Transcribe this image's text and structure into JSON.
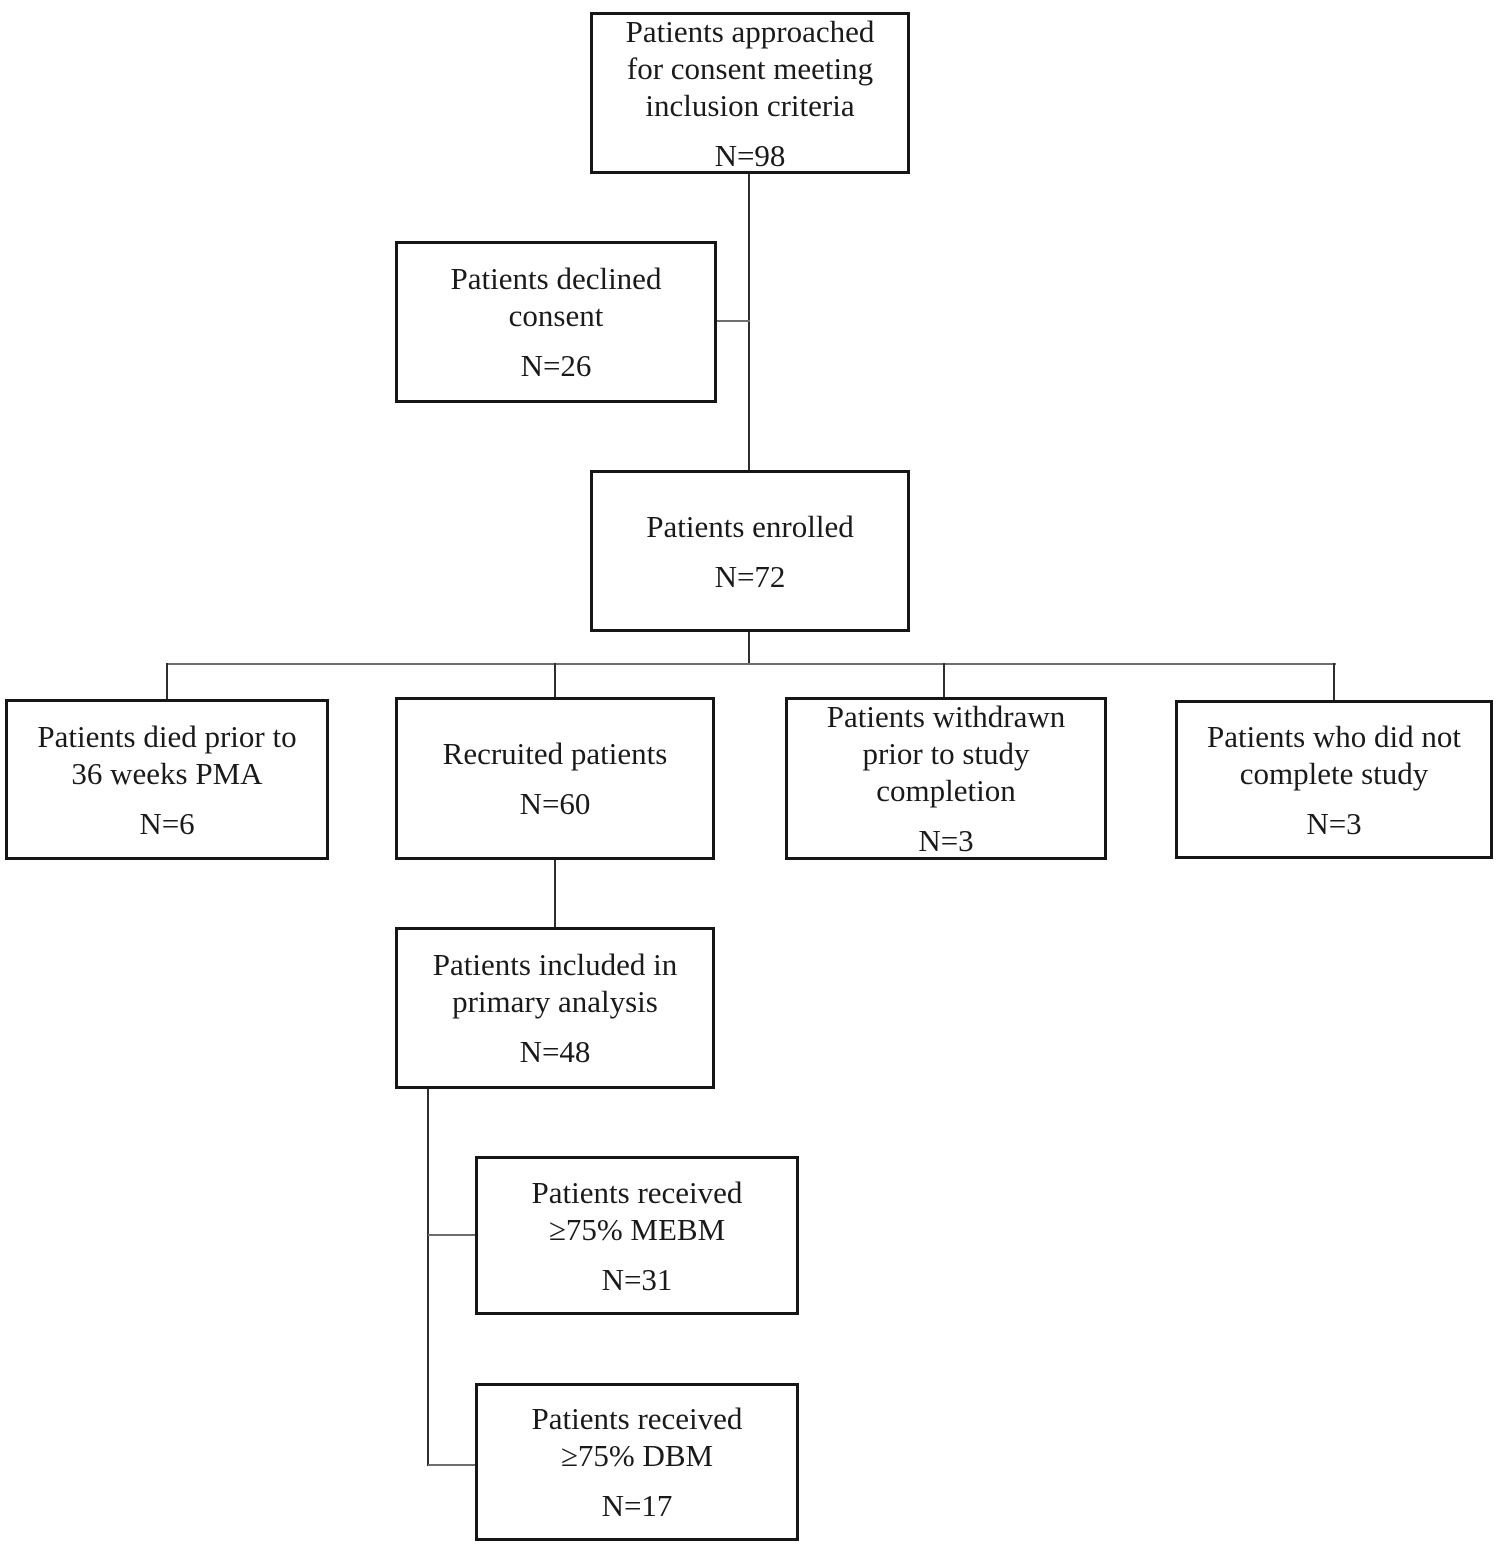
{
  "colors": {
    "background": "#ffffff",
    "text": "#1a1a1a",
    "box_border": "#161616",
    "connector_dark": "#2e2e2e",
    "connector_gray": "#6e6e6e"
  },
  "diagram_type": "patient-flow-chart",
  "nodes": {
    "approached": {
      "label": "Patients approached\nfor consent meeting\ninclusion criteria",
      "count": "N=98"
    },
    "declined": {
      "label": "Patients declined\nconsent",
      "count": "N=26"
    },
    "enrolled": {
      "label": "Patients enrolled",
      "count": "N=72"
    },
    "died": {
      "label": "Patients died prior to\n36 weeks PMA",
      "count": "N=6"
    },
    "recruited": {
      "label": "Recruited patients",
      "count": "N=60"
    },
    "withdrawn": {
      "label": "Patients withdrawn\nprior to study\ncompletion",
      "count": "N=3"
    },
    "notcomplete": {
      "label": "Patients who did not\ncomplete study",
      "count": "N=3"
    },
    "included": {
      "label": "Patients included in\nprimary analysis",
      "count": "N=48"
    },
    "mebm": {
      "label": "Patients received\n≥75% MEBM",
      "count": "N=31"
    },
    "dbm": {
      "label": "Patients received\n≥75% DBM",
      "count": "N=17"
    }
  },
  "edges": [
    {
      "from": "approached",
      "to": "declined"
    },
    {
      "from": "approached",
      "to": "enrolled"
    },
    {
      "from": "enrolled",
      "to": "died"
    },
    {
      "from": "enrolled",
      "to": "recruited"
    },
    {
      "from": "enrolled",
      "to": "withdrawn"
    },
    {
      "from": "enrolled",
      "to": "notcomplete"
    },
    {
      "from": "recruited",
      "to": "included"
    },
    {
      "from": "included",
      "to": "mebm"
    },
    {
      "from": "included",
      "to": "dbm"
    }
  ]
}
